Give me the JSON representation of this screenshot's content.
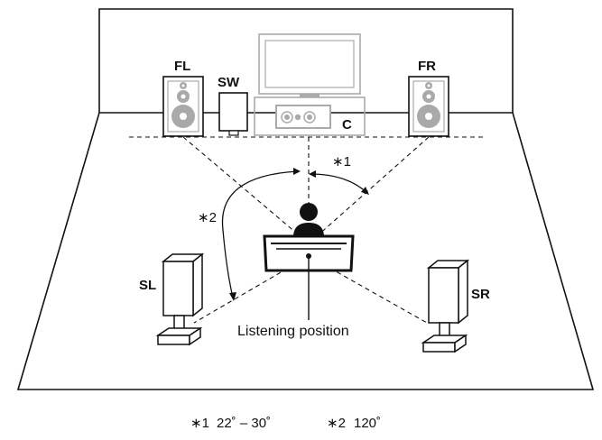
{
  "speakers": {
    "fl": "FL",
    "sw": "SW",
    "c": "C",
    "fr": "FR",
    "sl": "SL",
    "sr": "SR"
  },
  "angle_marks": {
    "front": "∗1",
    "surround": "∗2"
  },
  "listening_position": "Listening position",
  "footnotes": {
    "note1_mark": "∗1",
    "note1_value": "22˚ – 30˚",
    "note2_mark": "∗2",
    "note2_value": "120˚"
  },
  "colors": {
    "line": "#111111",
    "center_gray": "#aaaaaa",
    "speaker_gray": "#a9a9a9"
  }
}
